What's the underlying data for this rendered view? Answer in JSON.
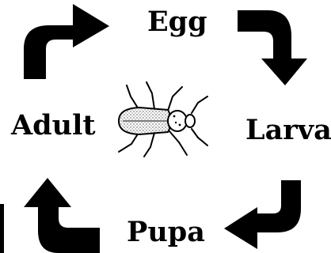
{
  "diagram": {
    "stages": {
      "egg": "Egg",
      "larva": "Larva",
      "pupa": "Pupa",
      "adult": "Adult"
    },
    "colors": {
      "ink": "#000000",
      "background": "#ffffff"
    },
    "icons": [
      "curved-arrow-icon",
      "beetle-icon"
    ]
  }
}
